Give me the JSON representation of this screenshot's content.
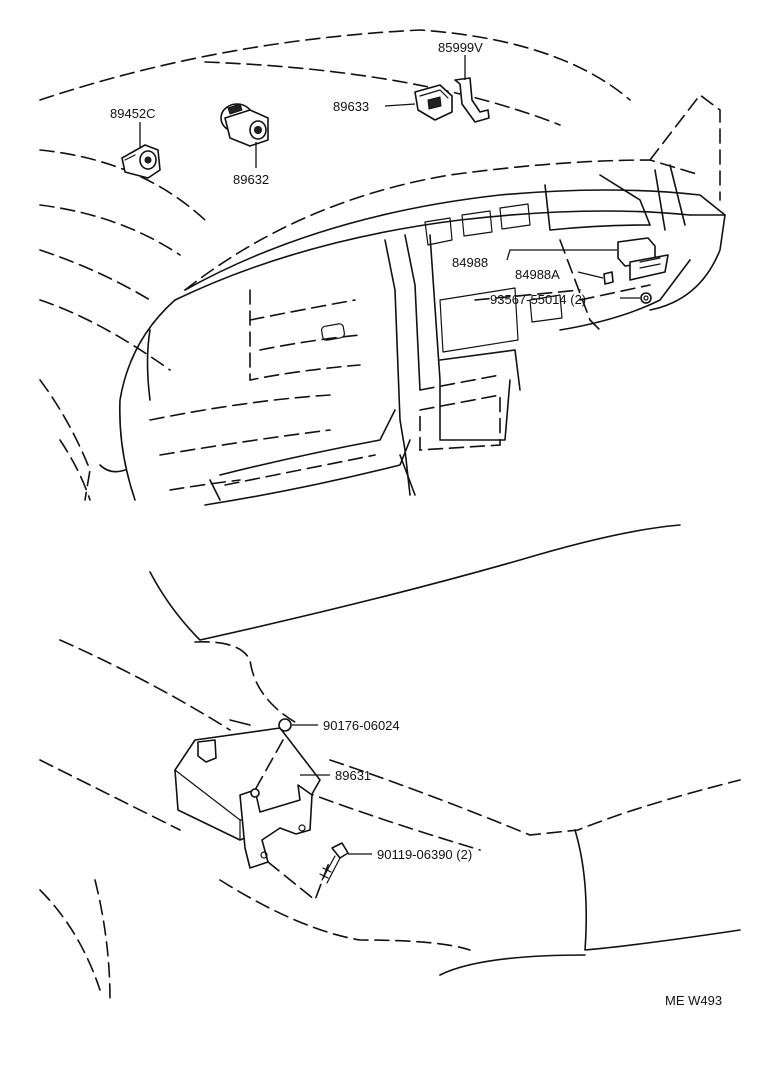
{
  "parts": {
    "p85999v": "85999V",
    "p89633": "89633",
    "p89452c": "89452C",
    "p89632": "89632",
    "p84988": "84988",
    "p84988a": "84988A",
    "p93567": "93567-55014 (2)",
    "p90176": "90176-06024",
    "p89631": "89631",
    "p90119": "90119-06390 (2)"
  },
  "diagram_code": "ME W493"
}
